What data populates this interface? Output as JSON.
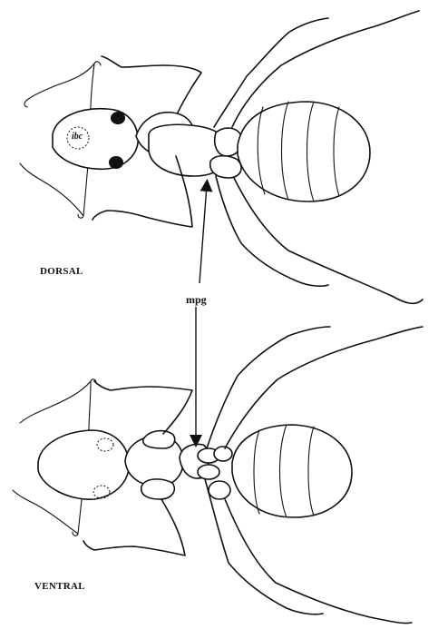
{
  "labels": {
    "dorsal": "DORSAL",
    "ventral": "VENTRAL",
    "mpg": "mpg",
    "ibc": "ibc"
  },
  "colors": {
    "ink": "#111111",
    "background": "#ffffff"
  }
}
